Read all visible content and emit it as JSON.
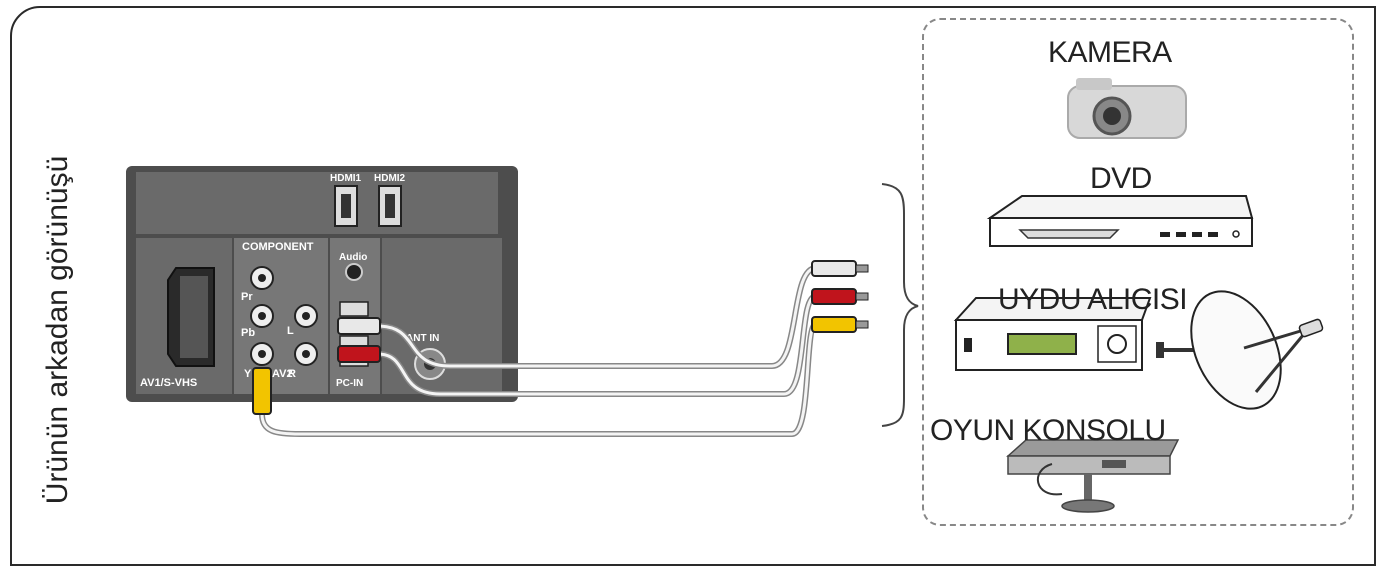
{
  "view_label": "Ürünün arkadan görünüşü",
  "panel": {
    "hdmi1": "HDMI1",
    "hdmi2": "HDMI2",
    "component": "COMPONENT",
    "audio": "Audio",
    "pr": "Pr",
    "pb": "Pb",
    "y": "Y",
    "av2": "AV2",
    "l": "L",
    "r": "R",
    "av1": "AV1/S-VHS",
    "pc_in": "PC-IN",
    "ant_in": "ANT IN"
  },
  "devices": {
    "camera": "KAMERA",
    "dvd": "DVD",
    "satellite": "UYDU ALICISI",
    "console": "OYUN KONSOLU"
  },
  "colors": {
    "plug_white": "#e8e8e8",
    "plug_red": "#c0141c",
    "plug_yellow": "#f2c400",
    "panel": "#5a5a5a"
  }
}
